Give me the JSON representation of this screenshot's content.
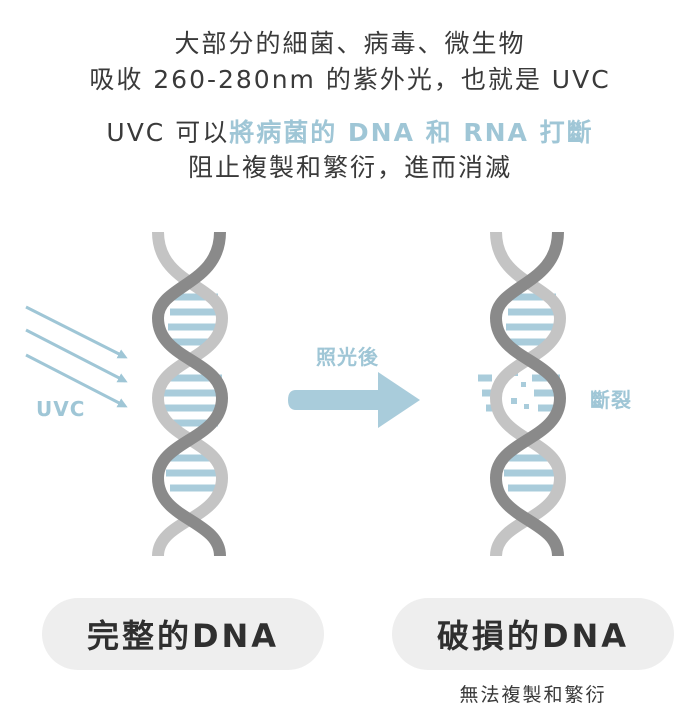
{
  "headline": {
    "line1": "大部分的細菌、病毒、微生物",
    "line2": "吸收 260-280nm 的紫外光，也就是 UVC",
    "line3_prefix": "UVC 可以",
    "line3_highlight": "將病菌的 DNA 和 RNA 打斷",
    "line4": "阻止複製和繁衍，進而消滅"
  },
  "labels": {
    "uvc": "UVC",
    "after_light": "照光後",
    "broken": "斷裂"
  },
  "captions": {
    "intact": "完整的DNA",
    "damaged": "破損的DNA",
    "damaged_note": "無法複製和繁衍"
  },
  "colors": {
    "strand_dark": "#8a8a8a",
    "strand_light": "#c4c4c4",
    "rungs": "#a9ccdb",
    "accent": "#9fc6d6",
    "pill_bg": "#eeeeee"
  }
}
